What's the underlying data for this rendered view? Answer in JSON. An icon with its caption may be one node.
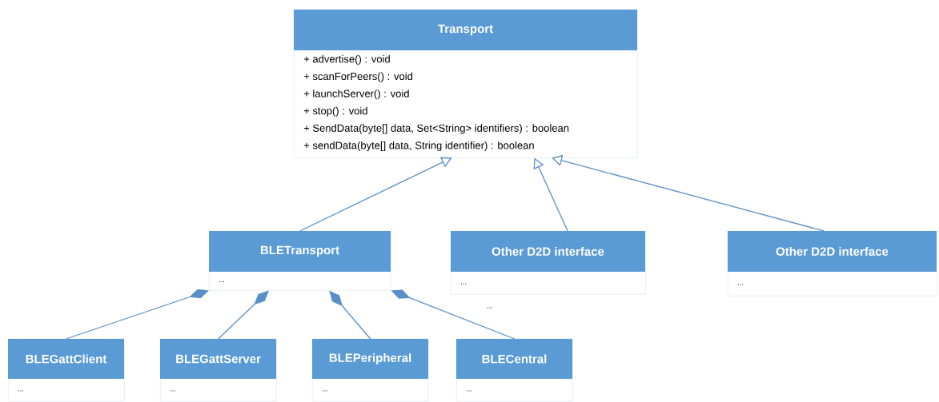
{
  "diagram": {
    "nodes": [
      {
        "text": [
          "Transport",
          "+ advertise() : void",
          "+ scanForPeers() : void",
          "+ launchServer() : void",
          "+ stop() : void",
          "+ SendData(byte[] data, Set<String> identifiers) : boolean",
          "+ sendData(byte[] data, String identifier) : boolean"
        ]
      },
      {
        "text": [
          "BLETransport",
          "..."
        ]
      },
      {
        "text": [
          "Other D2D interface",
          "..."
        ]
      },
      {
        "text": [
          "Other D2D interface",
          "..."
        ]
      },
      {
        "text": [
          "BLEGattClient",
          "..."
        ]
      },
      {
        "text": [
          "BLEGattServer",
          "..."
        ]
      },
      {
        "text": [
          "BLEPeripheral",
          "..."
        ]
      },
      {
        "text": [
          "BLECentral",
          "..."
        ]
      }
    ],
    "edges": [
      {
        "from": 1,
        "to": 0,
        "arrow": "to"
      },
      {
        "from": 2,
        "to": 0,
        "arrow": "to"
      },
      {
        "from": 3,
        "to": 0,
        "arrow": "to"
      },
      {
        "from": 1,
        "to": 4,
        "arrow": "other"
      },
      {
        "from": 1,
        "to": 5,
        "arrow": "other"
      },
      {
        "from": 1,
        "to": 6,
        "arrow": "other"
      },
      {
        "from": 1,
        "to": 7,
        "arrow": "other"
      }
    ],
    "labels": [
      "..."
    ]
  }
}
